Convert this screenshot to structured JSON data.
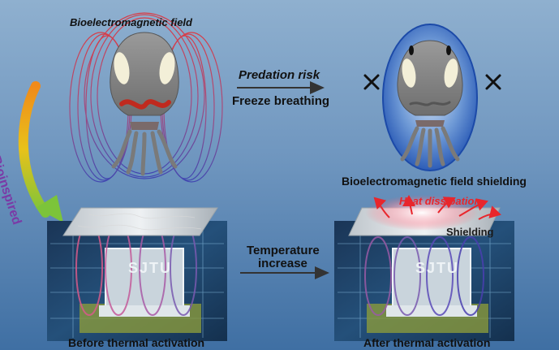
{
  "labels": {
    "field": "Bioelectromagnetic field",
    "predation": "Predation risk",
    "freeze": "Freeze breathing",
    "shielding_top": "Bioelectromagnetic field shielding",
    "bioinspired": "Bioinspired",
    "temperature": "Temperature",
    "increase": "increase",
    "heat": "Heat dissipation",
    "shielding": "Shielding",
    "before": "Before thermal activation",
    "after": "After thermal activation",
    "chip_left": "SJTU",
    "chip_right": "SJTU"
  },
  "icons": [
    "cross-icon",
    "arrow-right-icon",
    "curved-arrow-icon"
  ],
  "colors": {
    "field_red": "#e0323a",
    "field_blue": "#3d3fb0",
    "heat_red": "#e8262c",
    "bioinspired_purple": "#7b3aa6",
    "shield_ellipse": "#2a62c9"
  }
}
